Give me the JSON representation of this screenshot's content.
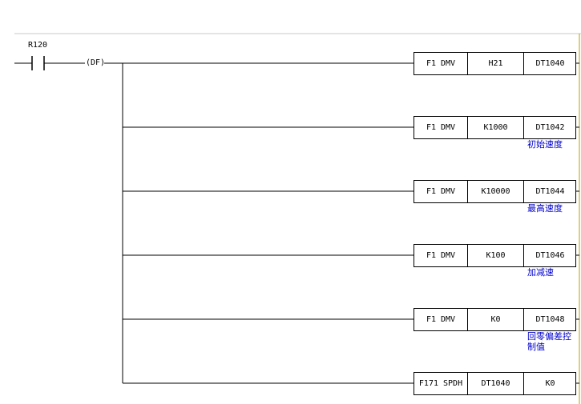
{
  "contact": {
    "label": "R120"
  },
  "df": {
    "label": "(DF)"
  },
  "rungs": [
    {
      "instruction": "F1 DMV",
      "operand1": "H21",
      "operand2": "DT1040",
      "comment": ""
    },
    {
      "instruction": "F1 DMV",
      "operand1": "K1000",
      "operand2": "DT1042",
      "comment": "初始速度"
    },
    {
      "instruction": "F1 DMV",
      "operand1": "K10000",
      "operand2": "DT1044",
      "comment": "最高速度"
    },
    {
      "instruction": "F1 DMV",
      "operand1": "K100",
      "operand2": "DT1046",
      "comment": "加减速"
    },
    {
      "instruction": "F1 DMV",
      "operand1": "K0",
      "operand2": "DT1048",
      "comment": "回零偏差控制值"
    },
    {
      "instruction": "F171 SPDH",
      "operand1": "DT1040",
      "operand2": "K0",
      "comment": ""
    }
  ],
  "colors": {
    "line": "#000000",
    "comment": "#0000cc",
    "rail": "#b8a000",
    "border": "#c8c8c8"
  }
}
